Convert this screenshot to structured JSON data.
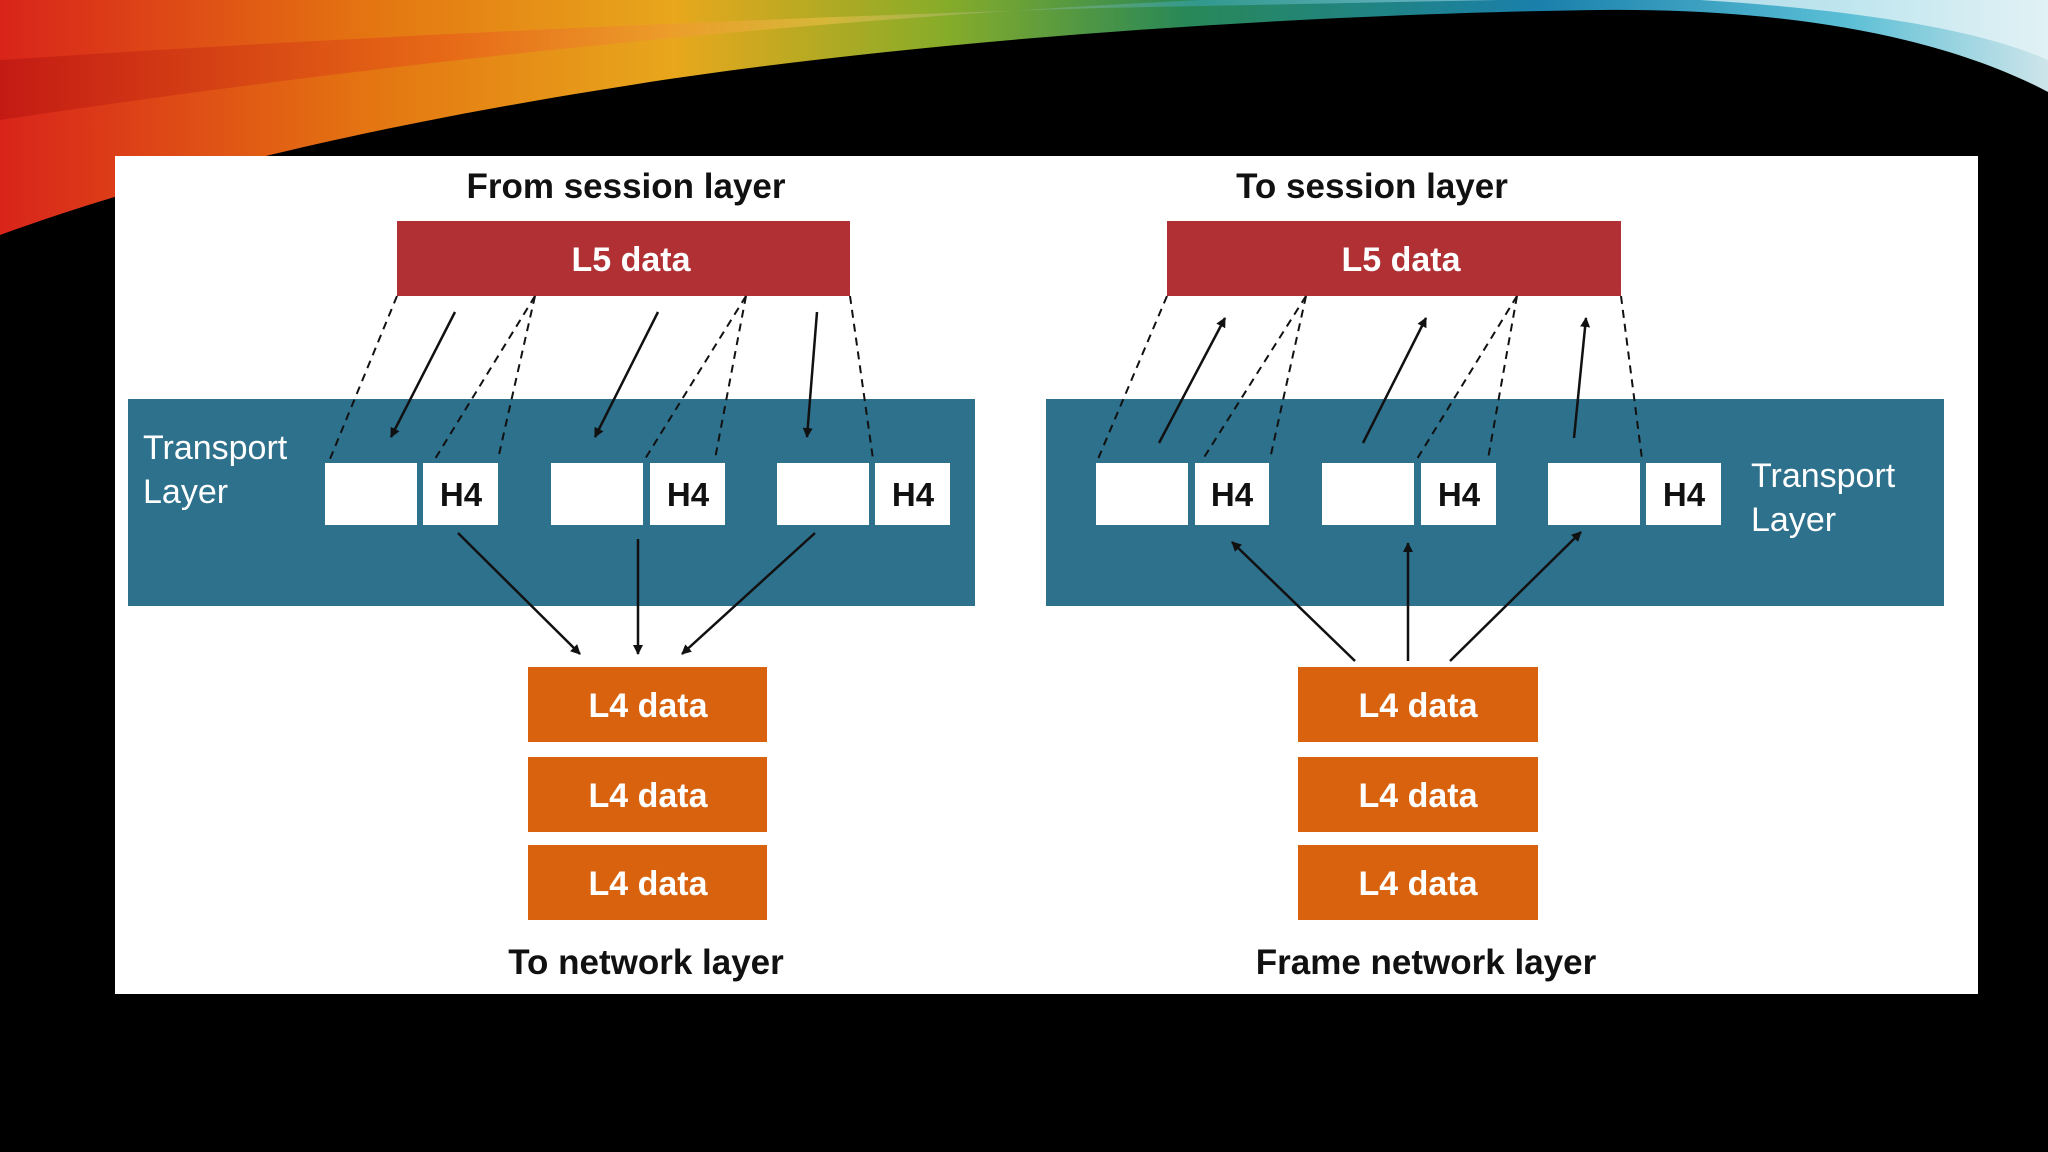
{
  "colors": {
    "background": "#000000",
    "panel": "#ffffff",
    "l5_box": "#b03034",
    "transport_band": "#2e718d",
    "l4_box": "#d9620f",
    "header_cell": "#ffffff",
    "arrows": "#111111"
  },
  "left": {
    "top_caption": "From session layer",
    "l5_label": "L5 data",
    "layer_label_line1": "Transport",
    "layer_label_line2": "Layer",
    "header_label": "H4",
    "l4_labels": [
      "L4 data",
      "L4 data",
      "L4 data"
    ],
    "bottom_caption": "To network layer"
  },
  "right": {
    "top_caption": "To session layer",
    "l5_label": "L5 data",
    "layer_label_line1": "Transport",
    "layer_label_line2": "Layer",
    "header_label": "H4",
    "l4_labels": [
      "L4 data",
      "L4 data",
      "L4 data"
    ],
    "bottom_caption": "Frame network layer"
  }
}
